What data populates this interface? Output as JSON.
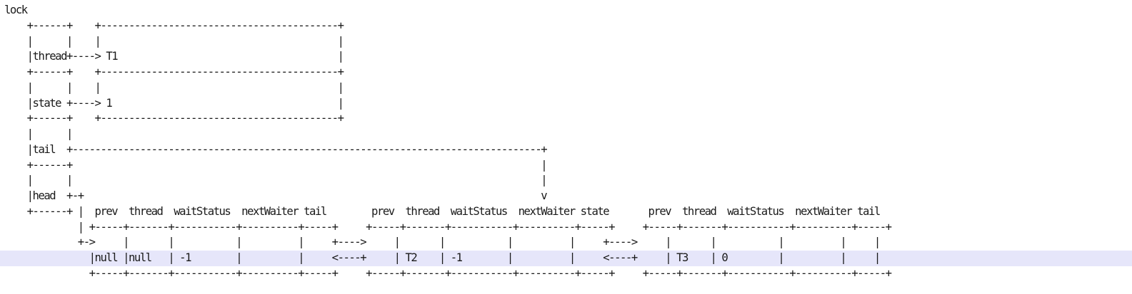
{
  "diagram": {
    "lines": [
      "lock",
      "    +------+    +------------------------------------------+",
      "    |      |    |                                          |",
      "    |thread+----> T1                                       |",
      "    +------+    +------------------------------------------+",
      "    |      |    |                                          |",
      "    |state +----> 1                                        |",
      "    +------+    +------------------------------------------+",
      "    |      |",
      "    |tail  +-----------------------------------------------------------------------------------+",
      "    +------+                                                                                   |",
      "    |      |                                                                                   |",
      "    |head  +-+                                                                                 v",
      "    +------+ |  prev  thread  waitStatus  nextWaiter tail        prev  thread  waitStatus  nextWaiter state       prev  thread  waitStatus  nextWaiter tail",
      "             | +-----+-------+-----------+----------+-----+     +-----+-------+-----------+----------+-----+     +-----+-------+-----------+----------+-----+",
      "             +->     |       |           |          |     +---->     |       |           |          |     +---->     |       |           |          |     |",
      "               |null |null   | -1        |          |     <----+     | T2    | -1        |          |     <----+     | T3    | 0         |          |     |",
      "               +-----+-------+-----------+----------+-----+     +-----+-------+-----------+----------+-----+     +-----+-------+-----------+----------+-----+"
    ]
  },
  "colors": {
    "text": "#1a1a1a",
    "highlight": "#e6e6fa",
    "background": "#ffffff"
  },
  "highlight_line": 16
}
